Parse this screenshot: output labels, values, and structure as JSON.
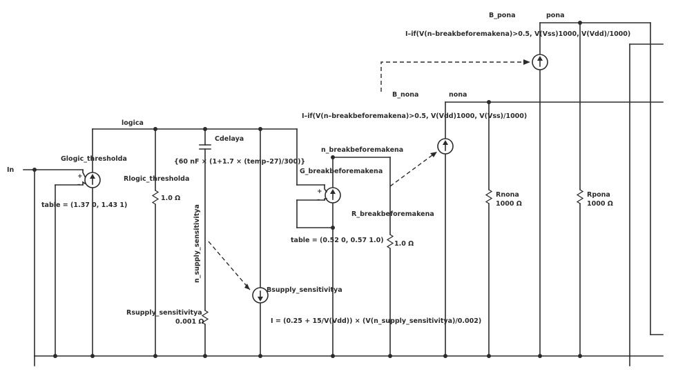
{
  "labels": {
    "in": "In",
    "logica": "logica",
    "glogic": "Glogic_thresholda",
    "glogic_table": "table = (1.37 0, 1.43 1)",
    "rlogic": "Rlogic_thresholda",
    "rlogic_val": "1.0 Ω",
    "cdelay": "Cdelaya",
    "cdelay_val": "{60 nF × (1+1.7 × (temp–27)/300)}",
    "nsupply": "n_supply_sensitivitya",
    "rsupply": "Rsupply_sensitivitya",
    "rsupply_val": "0.001 Ω",
    "bsupply": "Bsupply_sensitivitya",
    "bsupply_expr": "I = (0.25 + 15/V(Vdd)) × (V(n_supply_sensitivitya)/0.002)",
    "gbreak": "G_breakbeforemakena",
    "gbreak_table": "table = (0.52 0, 0.57 1.0)",
    "nbreak": "n_breakbeforemakena",
    "rbreak": "R_breakbeforemakena",
    "rbreak_val": "1.0 Ω",
    "bnona": "B_nona",
    "nona": "nona",
    "bnona_expr": "I–if(V(n–breakbeforemakena)>0.5, V(Vdd)1000, V(Vss)/1000)",
    "rnona": "Rnona",
    "rnona_val": "1000 Ω",
    "bpona": "B_pona",
    "pona": "pona",
    "bpona_expr": "I–if(V(n–breakbeforemakena)>0.5, V(Vss)1000, V(Vdd)/1000)",
    "rpona": "Rpona",
    "rpona_val": "1000 Ω",
    "plus": "+",
    "minus": "–"
  }
}
